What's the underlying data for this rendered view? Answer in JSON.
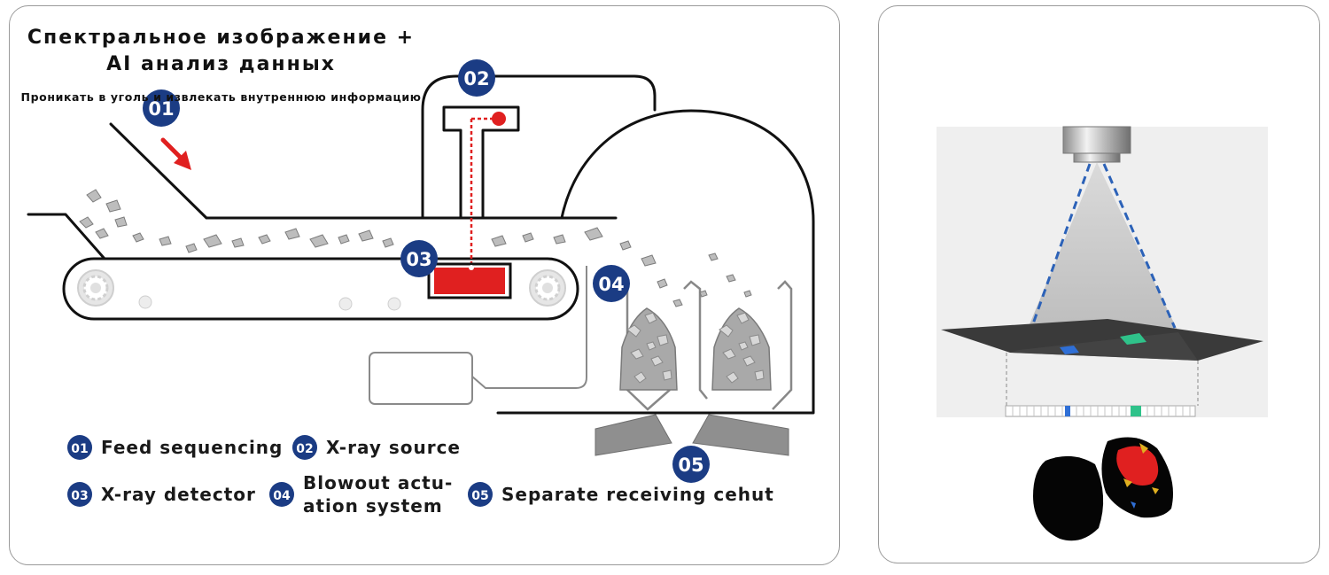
{
  "badges": {
    "b01": "01",
    "b02": "02",
    "b03": "03",
    "b04": "04",
    "b05": "05"
  },
  "legend": {
    "feed": "Feed sequencing",
    "xray_source": "X-ray source",
    "xray_detector": "X-ray detector",
    "blowout_line1": "Blowout actu-",
    "blowout_line2": "ation system",
    "separate": "Separate receiving cehut"
  },
  "right_panel": {
    "title_line1": "Спектральное изображение +",
    "title_line2": "AI анализ данных",
    "subtitle": "Проникать в уголь и извлекать внутреннюю информацию"
  },
  "colors": {
    "badge_blue": "#1b3c84",
    "accent_red": "#e02020",
    "line_dark": "#111111",
    "beam_blue": "#2c62b8",
    "spot_blue": "#2f6fd6",
    "spot_green": "#2fc28a"
  },
  "icons": {
    "feed_arrow": "arrow-down-right-icon",
    "gear": "gear-icon"
  }
}
